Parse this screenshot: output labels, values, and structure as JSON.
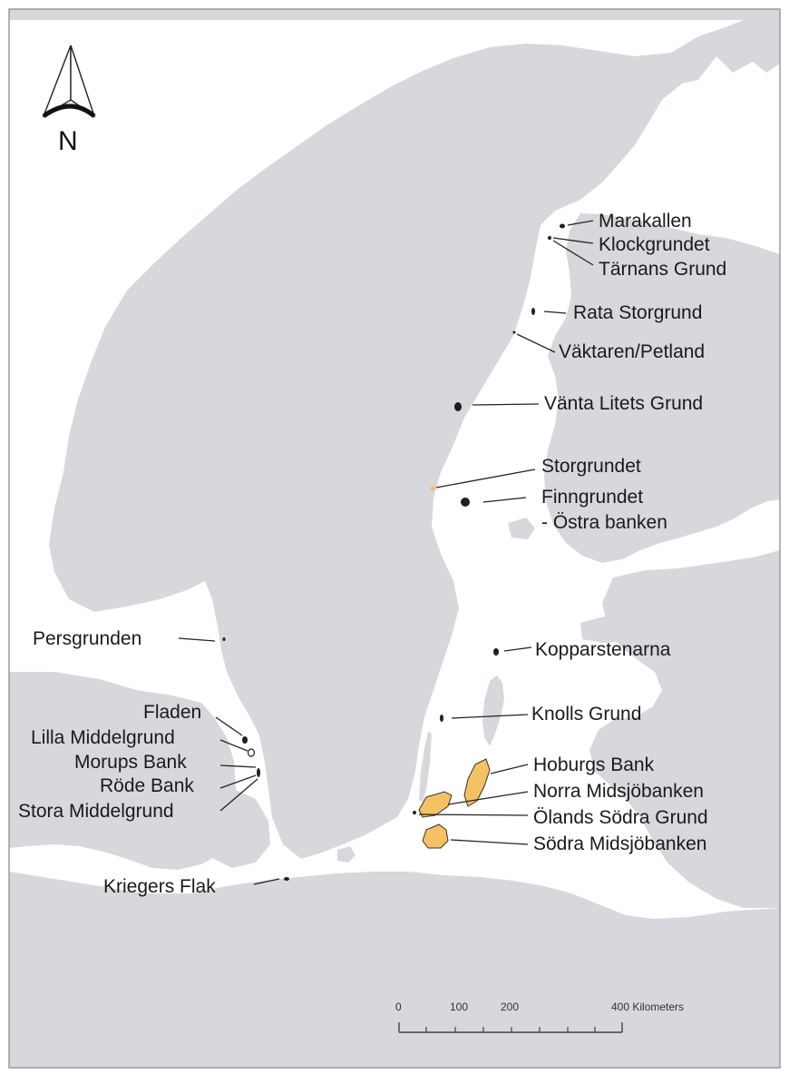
{
  "colors": {
    "land": "#d6d8dc",
    "sea": "#ffffff",
    "area_fill": "#f5c165",
    "storgrundet_marker": "#f5c165",
    "text": "#1a1a1a"
  },
  "north_arrow": {
    "letter": "N",
    "icon": "north-arrow-icon"
  },
  "scale_bar": {
    "ticks": [
      "0",
      "100",
      "200",
      "400 Kilometers"
    ]
  },
  "labels": {
    "marakallen": "Marakallen",
    "klockgrundet": "Klockgrundet",
    "tarnans_grund": "Tärnans Grund",
    "rata_storgrund": "Rata Storgrund",
    "vaktaren_petland": "Väktaren/Petland",
    "vanta_litets_grund": "Vänta Litets Grund",
    "storgrundet": "Storgrundet",
    "finngrundet_1": "Finngrundet",
    "finngrundet_2": "- Östra banken",
    "persgrunden": "Persgrunden",
    "kopparstenarna": "Kopparstenarna",
    "fladen": "Fladen",
    "lilla_middelgrund": "Lilla Middelgrund",
    "knolls_grund": "Knolls Grund",
    "morups_bank": "Morups Bank",
    "rode_bank": "Röde Bank",
    "stora_middelgrund": "Stora Middelgrund",
    "hoburgs_bank": "Hoburgs Bank",
    "norra_midsjobanken": "Norra Midsjöbanken",
    "olands_sodra_grund": "Ölands Södra Grund",
    "sodra_midsjobanken": "Södra Midsjöbanken",
    "kriegers_flak": "Kriegers Flak"
  }
}
